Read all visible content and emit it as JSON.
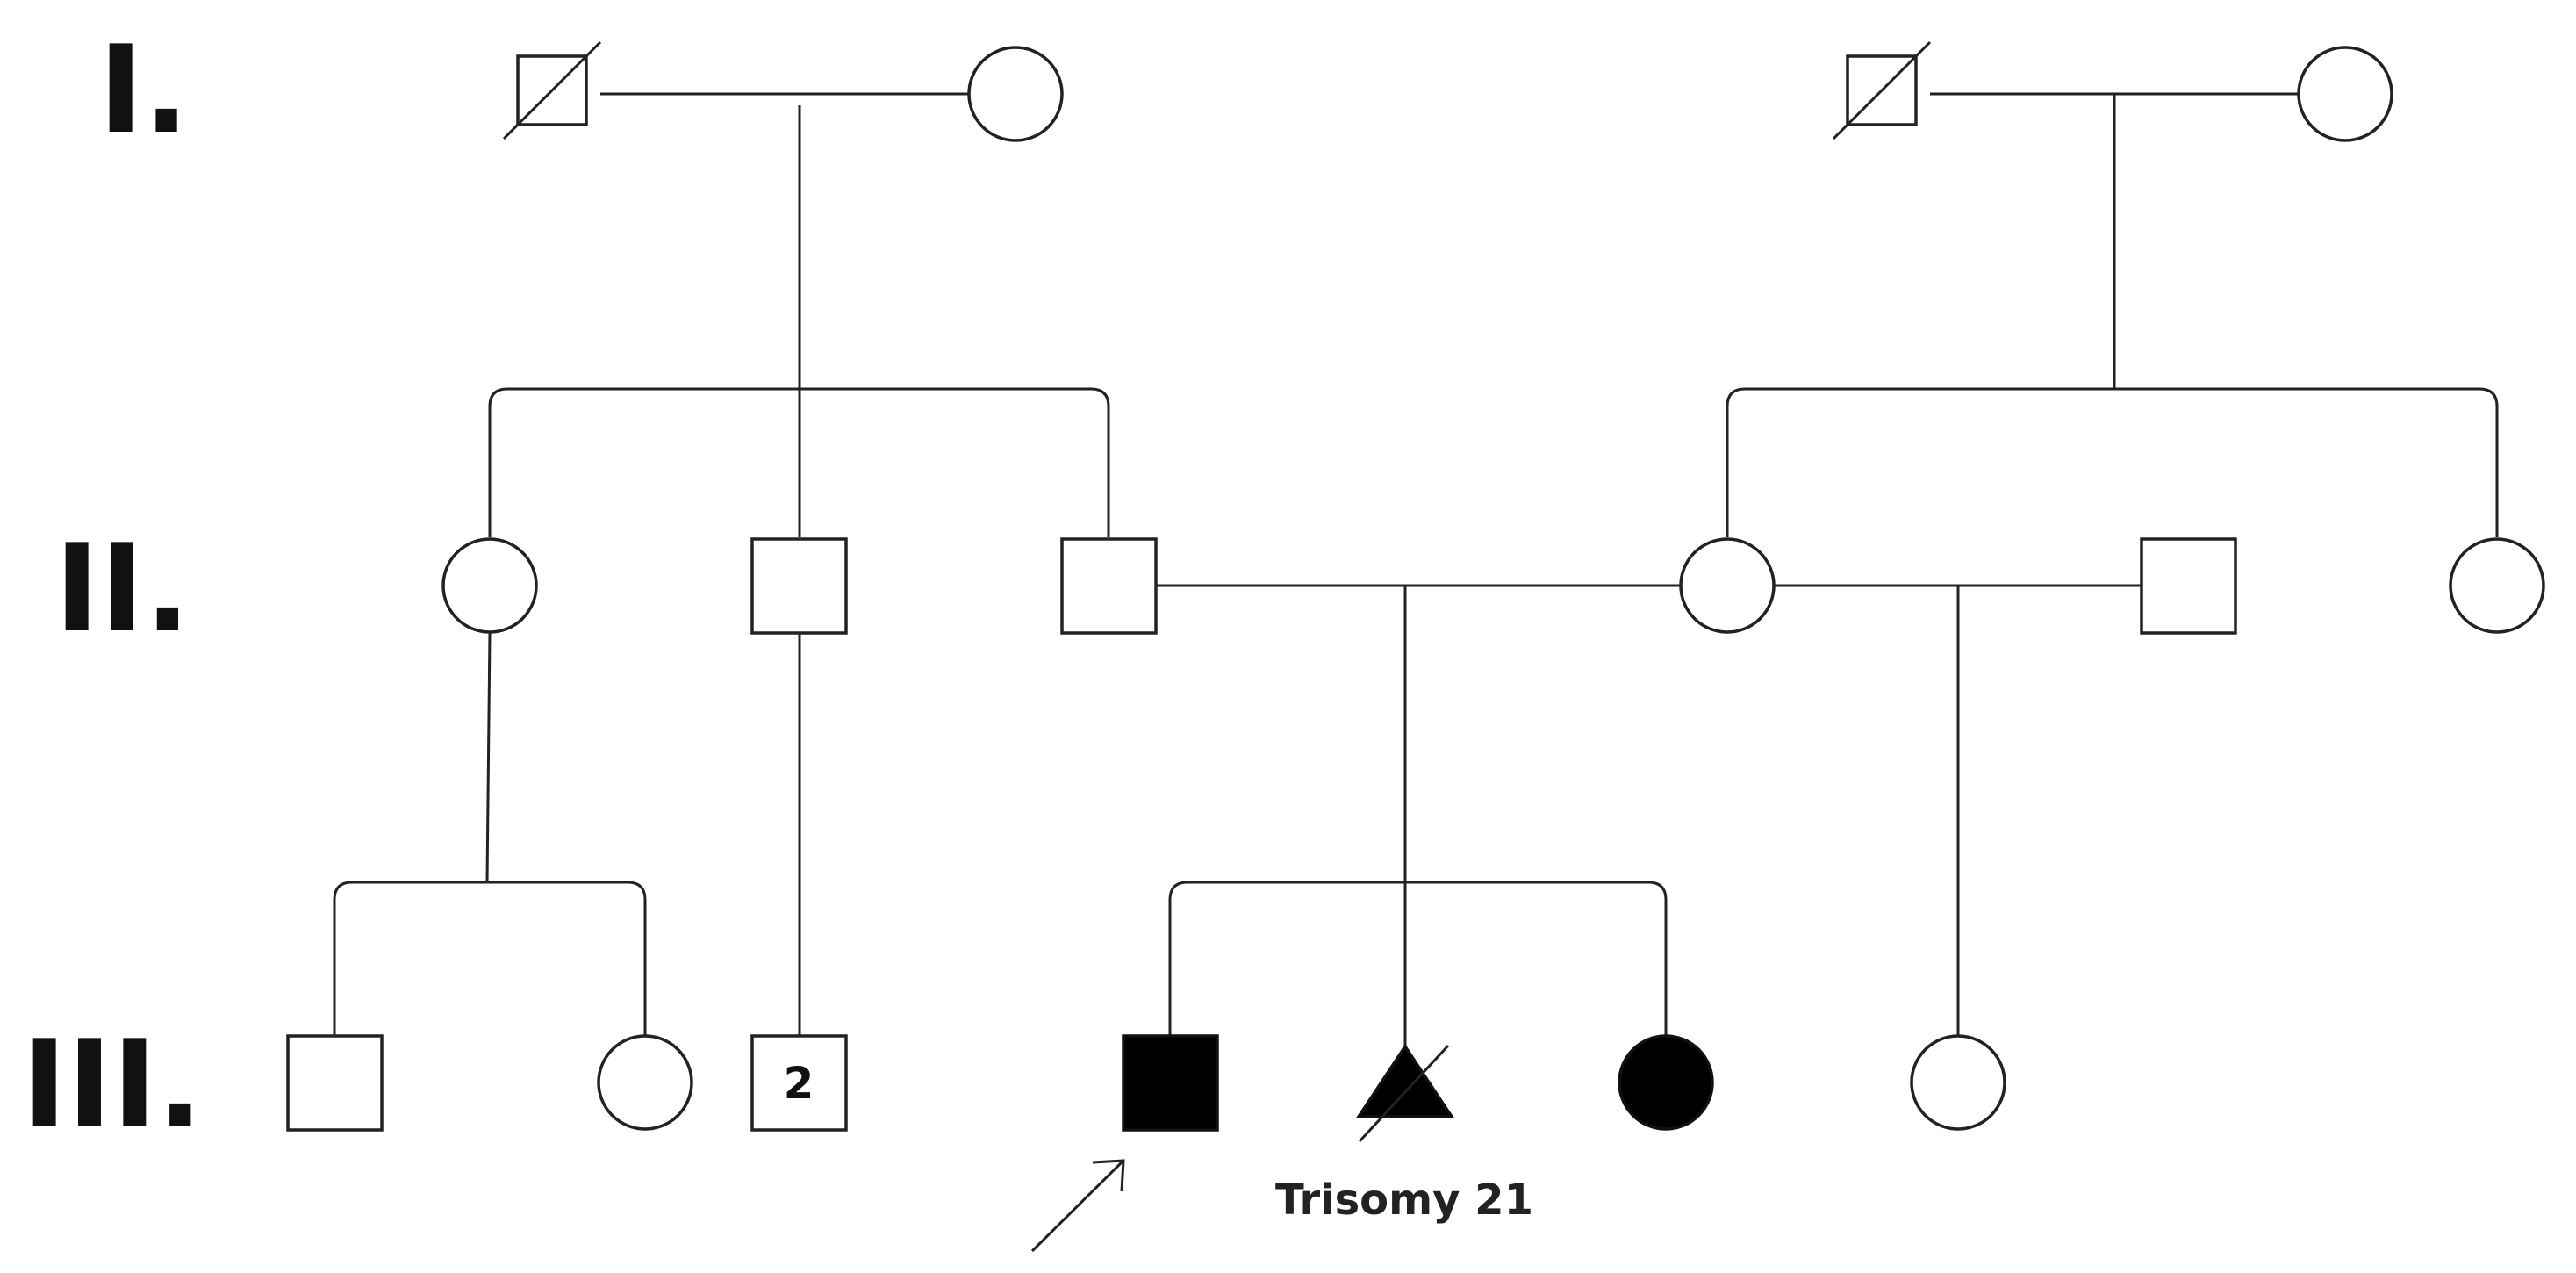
{
  "generations": [
    {
      "label": "I."
    },
    {
      "label": "II."
    },
    {
      "label": "III."
    }
  ],
  "individuals": [
    {
      "id": "I-1",
      "sex": "male",
      "affected": false,
      "deceased": true
    },
    {
      "id": "I-2",
      "sex": "female",
      "affected": false,
      "deceased": false
    },
    {
      "id": "I-3",
      "sex": "male",
      "affected": false,
      "deceased": true
    },
    {
      "id": "I-4",
      "sex": "female",
      "affected": false,
      "deceased": false
    },
    {
      "id": "II-1",
      "sex": "female",
      "affected": false,
      "deceased": false
    },
    {
      "id": "II-2",
      "sex": "male",
      "affected": false,
      "deceased": false
    },
    {
      "id": "II-3",
      "sex": "male",
      "affected": false,
      "deceased": false
    },
    {
      "id": "II-4",
      "sex": "female",
      "affected": false,
      "deceased": false
    },
    {
      "id": "II-5",
      "sex": "male",
      "affected": false,
      "deceased": false
    },
    {
      "id": "II-6",
      "sex": "female",
      "affected": false,
      "deceased": false
    },
    {
      "id": "III-1",
      "sex": "male",
      "affected": false,
      "deceased": false
    },
    {
      "id": "III-2",
      "sex": "female",
      "affected": false,
      "deceased": false
    },
    {
      "id": "III-3",
      "sex": "male",
      "affected": false,
      "deceased": false,
      "count": "2"
    },
    {
      "id": "III-4",
      "sex": "male",
      "affected": true,
      "deceased": false,
      "proband": true
    },
    {
      "id": "III-5",
      "sex": "pregnancy-loss",
      "affected": true,
      "deceased": true,
      "note": "Trisomy 21"
    },
    {
      "id": "III-6",
      "sex": "female",
      "affected": true,
      "deceased": false
    },
    {
      "id": "III-7",
      "sex": "female",
      "affected": false,
      "deceased": false
    }
  ],
  "colors": {
    "line": "#222222",
    "affected_fill": "#000000",
    "unaffected_fill": "#ffffff"
  }
}
